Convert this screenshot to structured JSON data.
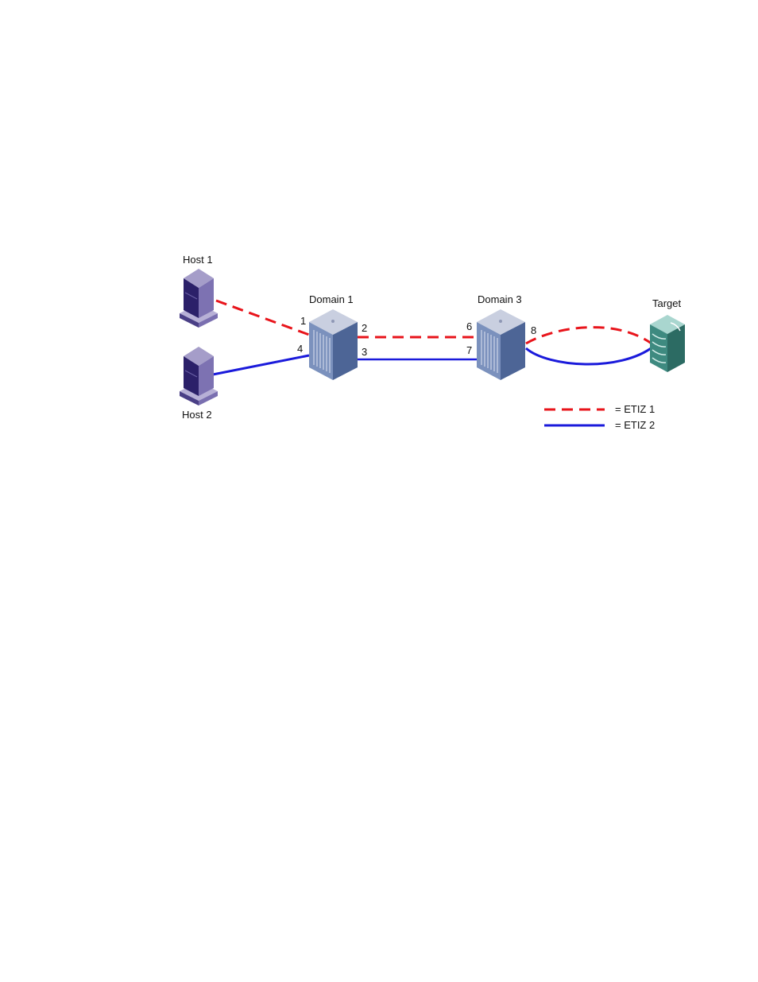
{
  "nodes": {
    "host1": {
      "label": "Host 1",
      "icon": "host-server-icon"
    },
    "host2": {
      "label": "Host 2",
      "icon": "host-server-icon"
    },
    "domain1": {
      "label": "Domain 1",
      "icon": "fc-switch-icon"
    },
    "domain3": {
      "label": "Domain 3",
      "icon": "fc-switch-icon"
    },
    "target": {
      "label": "Target",
      "icon": "storage-target-icon"
    }
  },
  "ports": {
    "p1": "1",
    "p2": "2",
    "p3": "3",
    "p4": "4",
    "p6": "6",
    "p7": "7",
    "p8": "8"
  },
  "legend": {
    "etiz1": {
      "label": "= ETIZ 1",
      "color": "#e8141b",
      "style": "dashed"
    },
    "etiz2": {
      "label": "= ETIZ 2",
      "color": "#1a1adb",
      "style": "solid"
    }
  },
  "colors": {
    "host_light": "#9c93c2",
    "host_dark": "#2b2069",
    "switch_top": "#c9cfe0",
    "switch_front": "#6f86b4",
    "switch_side": "#4d6596",
    "target": "#3e8a80"
  }
}
